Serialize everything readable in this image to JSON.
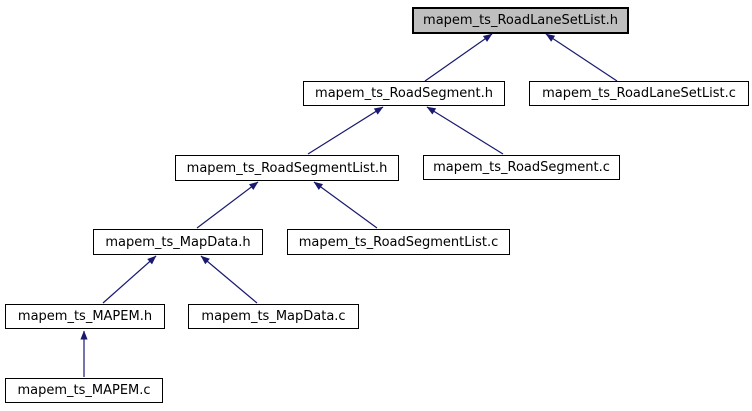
{
  "graph": {
    "type": "include-dependency-graph",
    "background_color": "#ffffff",
    "edge_color": "#191970",
    "node_border_color": "#000000",
    "node_fill_color": "#ffffff",
    "highlighted_node_fill_color": "#bfbfbf",
    "nodes": [
      {
        "label": "mapem_ts_RoadLaneSetList.h",
        "highlighted": true
      },
      {
        "label": "mapem_ts_RoadSegment.h",
        "highlighted": false
      },
      {
        "label": "mapem_ts_RoadLaneSetList.c",
        "highlighted": false
      },
      {
        "label": "mapem_ts_RoadSegmentList.h",
        "highlighted": false
      },
      {
        "label": "mapem_ts_RoadSegment.c",
        "highlighted": false
      },
      {
        "label": "mapem_ts_MapData.h",
        "highlighted": false
      },
      {
        "label": "mapem_ts_RoadSegmentList.c",
        "highlighted": false
      },
      {
        "label": "mapem_ts_MAPEM.h",
        "highlighted": false
      },
      {
        "label": "mapem_ts_MapData.c",
        "highlighted": false
      },
      {
        "label": "mapem_ts_MAPEM.c",
        "highlighted": false
      }
    ],
    "edges": [
      {
        "from": "mapem_ts_RoadSegment.h",
        "to": "mapem_ts_RoadLaneSetList.h"
      },
      {
        "from": "mapem_ts_RoadLaneSetList.c",
        "to": "mapem_ts_RoadLaneSetList.h"
      },
      {
        "from": "mapem_ts_RoadSegmentList.h",
        "to": "mapem_ts_RoadSegment.h"
      },
      {
        "from": "mapem_ts_RoadSegment.c",
        "to": "mapem_ts_RoadSegment.h"
      },
      {
        "from": "mapem_ts_MapData.h",
        "to": "mapem_ts_RoadSegmentList.h"
      },
      {
        "from": "mapem_ts_RoadSegmentList.c",
        "to": "mapem_ts_RoadSegmentList.h"
      },
      {
        "from": "mapem_ts_MAPEM.h",
        "to": "mapem_ts_MapData.h"
      },
      {
        "from": "mapem_ts_MapData.c",
        "to": "mapem_ts_MapData.h"
      },
      {
        "from": "mapem_ts_MAPEM.c",
        "to": "mapem_ts_MAPEM.h"
      }
    ]
  }
}
